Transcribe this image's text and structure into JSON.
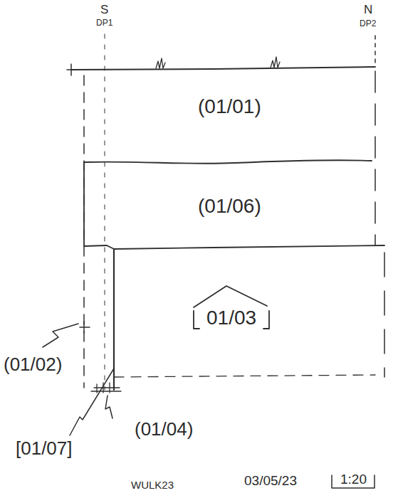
{
  "diagram": {
    "nodes": [
      {
        "text": [
          "(01/01)"
        ]
      },
      {
        "text": [
          "(01/06)"
        ]
      },
      {
        "text": [
          "01/03"
        ]
      }
    ],
    "labels": [
      "S",
      "DP1",
      "N",
      "DP2",
      "(01/02)",
      "(01/04)",
      "[01/07]",
      "WULK23",
      "03/05/23",
      "1:20"
    ]
  }
}
